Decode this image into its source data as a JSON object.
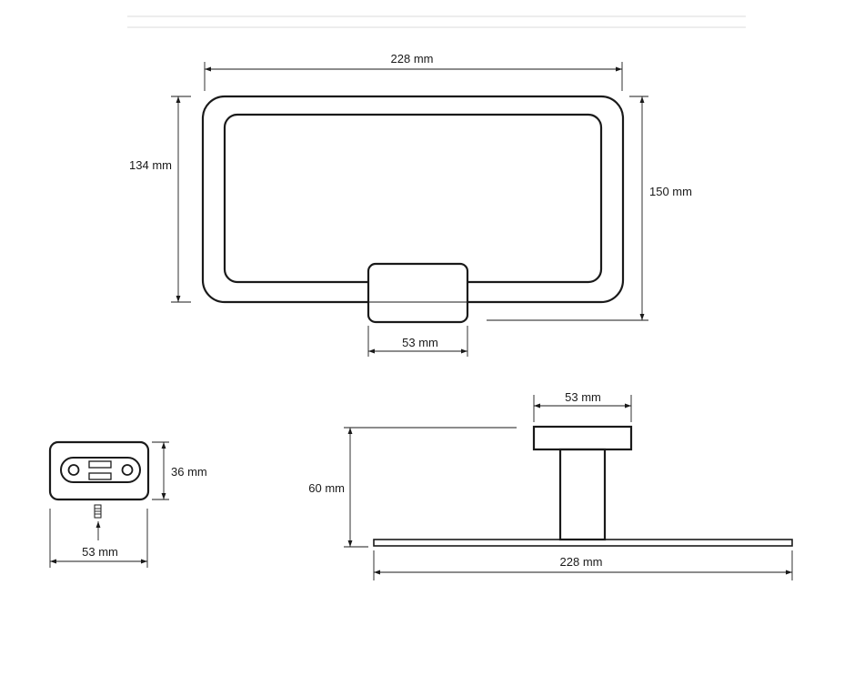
{
  "front_view": {
    "width_label": "228 mm",
    "inner_height_label": "134 mm",
    "outer_height_label": "150 mm",
    "mount_width_label": "53 mm"
  },
  "base_plate_view": {
    "height_label": "36 mm",
    "width_label": "53 mm"
  },
  "side_view": {
    "mount_width_label": "53 mm",
    "depth_label": "60 mm",
    "length_label": "228 mm"
  }
}
